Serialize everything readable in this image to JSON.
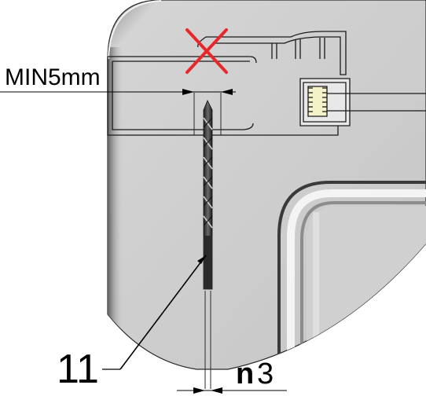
{
  "annotations": {
    "min_spacing": "MIN5mm",
    "part_number": "11",
    "diameter_label": {
      "symbol": "n",
      "value": "3"
    }
  },
  "markers": {
    "forbidden_icon": "red-cross-icon",
    "forbidden_color": "#e8272a"
  },
  "colors": {
    "panel_fill": "#cfcfcf",
    "panel_shadow": "#8a8a8a",
    "outline": "#1a1a1a",
    "drill_dark": "#2b2b2b"
  }
}
